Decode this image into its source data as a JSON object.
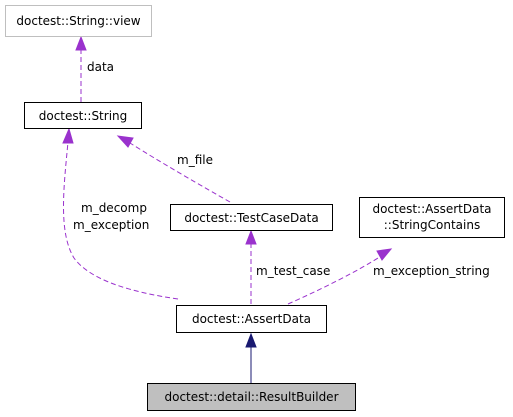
{
  "nodes": {
    "string_view": "doctest::String::view",
    "string": "doctest::String",
    "test_case_data": "doctest::TestCaseData",
    "assert_string_contains": [
      "doctest::AssertData",
      "::StringContains"
    ],
    "assert_data": "doctest::AssertData",
    "result_builder": "doctest::detail::ResultBuilder"
  },
  "edge_labels": {
    "data": "data",
    "m_file": "m_file",
    "m_decomp": "m_decomp",
    "m_exception": "m_exception",
    "m_test_case": "m_test_case",
    "m_exception_string": "m_exception_string"
  },
  "colors": {
    "usage_edge": "#9a32cd",
    "inheritance_edge": "#191970",
    "focus_fill": "#bfbfbf",
    "muted_border": "#bfbfbf"
  }
}
